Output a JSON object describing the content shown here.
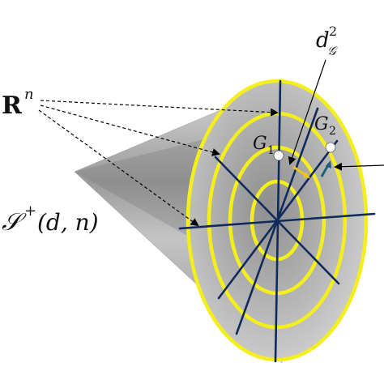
{
  "labels": {
    "R": "R",
    "R_sup": "n",
    "S": "𝒮",
    "S_sup": "+",
    "S_args": "(d, n)",
    "d": "d",
    "d_sup": "2",
    "d_sub": "𝒢",
    "G1": "G",
    "G1_sub": "1",
    "G2": "G",
    "G2_sub": "2"
  },
  "colors": {
    "cone_light": "#d6d6d6",
    "cone_dark": "#8c8c8c",
    "disk": "#bdbdbd",
    "rings": "#f5ee1d",
    "spokes": "#102a5c",
    "arrow_gold": "#f0c419",
    "arrow_teal": "#1f5f7a",
    "lines": "#000000"
  }
}
